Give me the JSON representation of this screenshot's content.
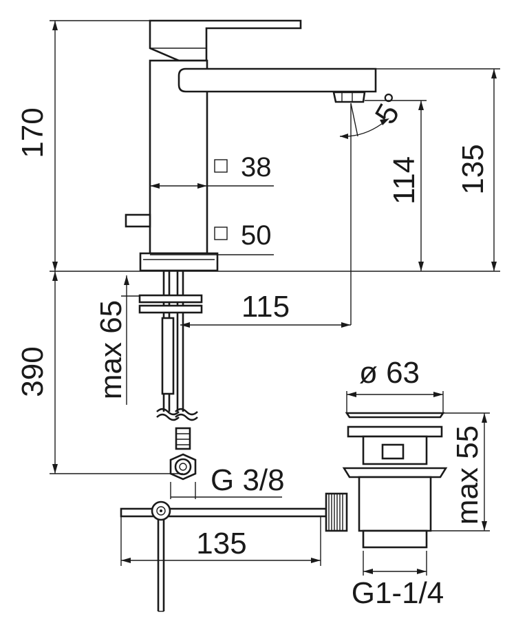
{
  "dimensions": {
    "overall_height": "170",
    "square_top": "38",
    "square_bottom": "50",
    "spout_height": "114",
    "spout_top_height": "135",
    "angle": "5°",
    "projection": "115",
    "max_deck": "max 65",
    "hose_length": "390",
    "connection": "G 3/8",
    "rod_length": "135",
    "waste_diameter": "ø 63",
    "waste_height": "max 55",
    "waste_thread": "G1-1/4"
  }
}
